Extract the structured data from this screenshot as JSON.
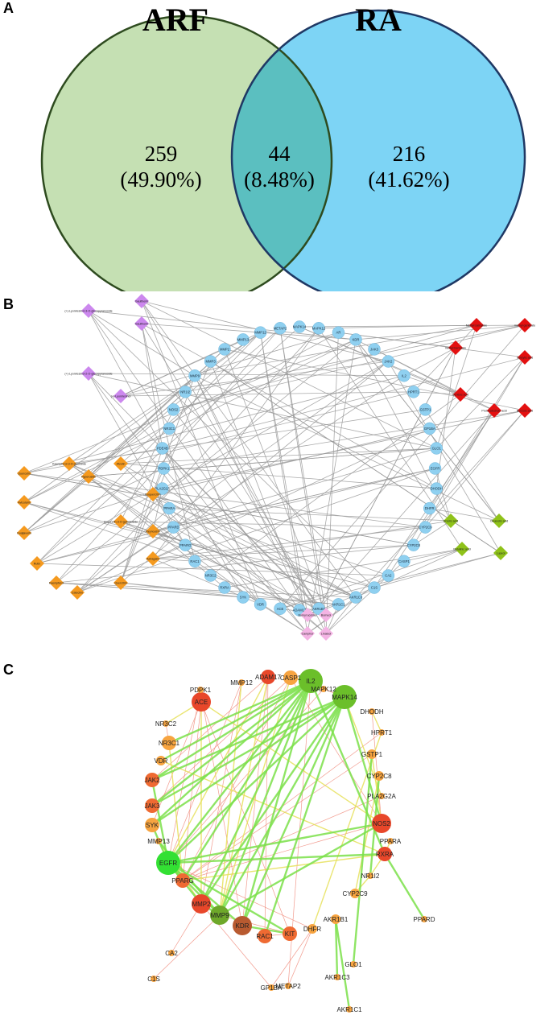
{
  "panels": {
    "a": {
      "letter": "A"
    },
    "b": {
      "letter": "B"
    },
    "c": {
      "letter": "C"
    }
  },
  "venn": {
    "left": {
      "title": "ARF",
      "count": "259",
      "percent": "(49.90%)",
      "fill": "#c5e0b3",
      "stroke": "#2e4b1f"
    },
    "right": {
      "title": "RA",
      "count": "216",
      "percent": "(41.62%)",
      "fill": "#7dd4f5",
      "stroke": "#1f3864"
    },
    "overlap": {
      "count": "44",
      "percent": "(8.48%)",
      "fill": "#5bbfc0"
    }
  },
  "network_b": {
    "colors": {
      "target": "#8fd0f0",
      "purple": "#cc88ee",
      "orange": "#f59a1f",
      "red": "#e31010",
      "green": "#8fc21a",
      "pink": "#f4b4e4",
      "edge": "#9a9a9a"
    },
    "target_ring": [
      "MAPK14",
      "MAPK12",
      "AR",
      "KDR",
      "JAK3",
      "JAK2",
      "IL2",
      "HPRT1",
      "GSTP1",
      "GP1BA",
      "GLO1",
      "EGFR",
      "DHODH",
      "DHFR",
      "CYP2C9",
      "CYP2C8",
      "CASP1",
      "CA2",
      "C1S",
      "AKR1C3",
      "AKR1C1",
      "AKR1B1",
      "ADAM17",
      "ACE",
      "VDR",
      "SYK",
      "RXRA",
      "NR3C2",
      "RAC1",
      "PPARG",
      "PPARD",
      "PPARA",
      "PLA2G2A",
      "PDPK1",
      "PDE4B",
      "NR3C1",
      "NOS2",
      "NR1I2",
      "MMP9",
      "MMP3",
      "MMP2",
      "MMP13",
      "MMP12",
      "METAP2"
    ],
    "compounds": {
      "purple": [
        "Gaultherin",
        "(+)-Lyoniresinol-3-O-glucopyranoside",
        "Gaultherin",
        "(+)-Lyoniresinol-2-O-glucopyranoside",
        "(+)-Lyoniresinol"
      ],
      "orange": [
        "Kaempferol-3-O-glucoside",
        "Afzelin",
        "Quercetin",
        "Hyperoside",
        "Isoquercitrin",
        "Avicularin",
        "Quercetin-3-O-galactoside",
        "Reynoutrin",
        "Guaijaverin",
        "Astragalin",
        "Rutin",
        "Kaempferol",
        "Quercitrin",
        "Catechin"
      ],
      "red": [
        "Methyl salicylate",
        "methyl gentisate",
        "methyl benzoate",
        "Salicylic acid",
        "Gentisic acid",
        "Protocatechuic acid",
        "Benzoic acid"
      ],
      "green": [
        "Ursolic acid",
        "Oleanolic acid",
        "Betulinic acid",
        "Lupeol"
      ],
      "pink": [
        "Bornyl acetate",
        "Borneol",
        "Camphor",
        "Linalool"
      ]
    }
  },
  "network_c": {
    "nodes": [
      {
        "label": "IL2",
        "color": "#6bbf2a",
        "size": "xl"
      },
      {
        "label": "MAPK14",
        "color": "#6bbf2a",
        "size": "xl"
      },
      {
        "label": "MAPK12",
        "color": "#f7a440",
        "size": "xs"
      },
      {
        "label": "DHODH",
        "color": "#f7a440",
        "size": "xs"
      },
      {
        "label": "HPRT1",
        "color": "#f7a440",
        "size": "xs"
      },
      {
        "label": "GSTP1",
        "color": "#f7a440",
        "size": "s"
      },
      {
        "label": "CYP2C8",
        "color": "#f7a440",
        "size": "s"
      },
      {
        "label": "PLA2G2A",
        "color": "#f7a440",
        "size": "xs"
      },
      {
        "label": "NOS2",
        "color": "#e8472a",
        "size": "l"
      },
      {
        "label": "PPARA",
        "color": "#f7a440",
        "size": "xs"
      },
      {
        "label": "RXRA",
        "color": "#e8472a",
        "size": "m"
      },
      {
        "label": "NR1I2",
        "color": "#f7a440",
        "size": "xs"
      },
      {
        "label": "PPARD",
        "color": "#f7a440",
        "size": "xs"
      },
      {
        "label": "CYP2C9",
        "color": "#f7a440",
        "size": "s"
      },
      {
        "label": "AKR1B1",
        "color": "#f7a440",
        "size": "s"
      },
      {
        "label": "GLO1",
        "color": "#f7a440",
        "size": "xs"
      },
      {
        "label": "AKR1C3",
        "color": "#f7a440",
        "size": "xs"
      },
      {
        "label": "AKR1C1",
        "color": "#f7a440",
        "size": "xs"
      },
      {
        "label": "DHFR",
        "color": "#f7a440",
        "size": "s"
      },
      {
        "label": "METAP2",
        "color": "#f7a440",
        "size": "xs"
      },
      {
        "label": "KIT",
        "color": "#ef6a32",
        "size": "m"
      },
      {
        "label": "GP1BA",
        "color": "#f7a440",
        "size": "xs"
      },
      {
        "label": "RAC1",
        "color": "#ef6a32",
        "size": "m"
      },
      {
        "label": "KDR",
        "color": "#b85a30",
        "size": "l"
      },
      {
        "label": "MMP9",
        "color": "#6ea82a",
        "size": "l"
      },
      {
        "label": "MMP2",
        "color": "#e8472a",
        "size": "l"
      },
      {
        "label": "CA2",
        "color": "#f7a440",
        "size": "xs"
      },
      {
        "label": "C1S",
        "color": "#f7a440",
        "size": "xs"
      },
      {
        "label": "PPARG",
        "color": "#ef6a32",
        "size": "m"
      },
      {
        "label": "EGFR",
        "color": "#33e033",
        "size": "xl"
      },
      {
        "label": "MMP13",
        "color": "#f7a440",
        "size": "xs"
      },
      {
        "label": "SYK",
        "color": "#f7a440",
        "size": "m"
      },
      {
        "label": "JAK3",
        "color": "#ef6a32",
        "size": "m"
      },
      {
        "label": "JAK2",
        "color": "#ef6a32",
        "size": "m"
      },
      {
        "label": "VDR",
        "color": "#f7a440",
        "size": "s"
      },
      {
        "label": "NR3C1",
        "color": "#f7a440",
        "size": "m"
      },
      {
        "label": "NR3C2",
        "color": "#f7a440",
        "size": "xs"
      },
      {
        "label": "ACE",
        "color": "#e8472a",
        "size": "l"
      },
      {
        "label": "PDPK1",
        "color": "#f7a440",
        "size": "xs"
      },
      {
        "label": "MMP12",
        "color": "#f7a440",
        "size": "xs"
      },
      {
        "label": "ADAM17",
        "color": "#e8472a",
        "size": "m"
      },
      {
        "label": "CASP1",
        "color": "#f7a440",
        "size": "m"
      }
    ],
    "edge_colors": {
      "strong": "#7be04a",
      "mid": "#e6e05a",
      "weak": "#f08a7a"
    }
  }
}
